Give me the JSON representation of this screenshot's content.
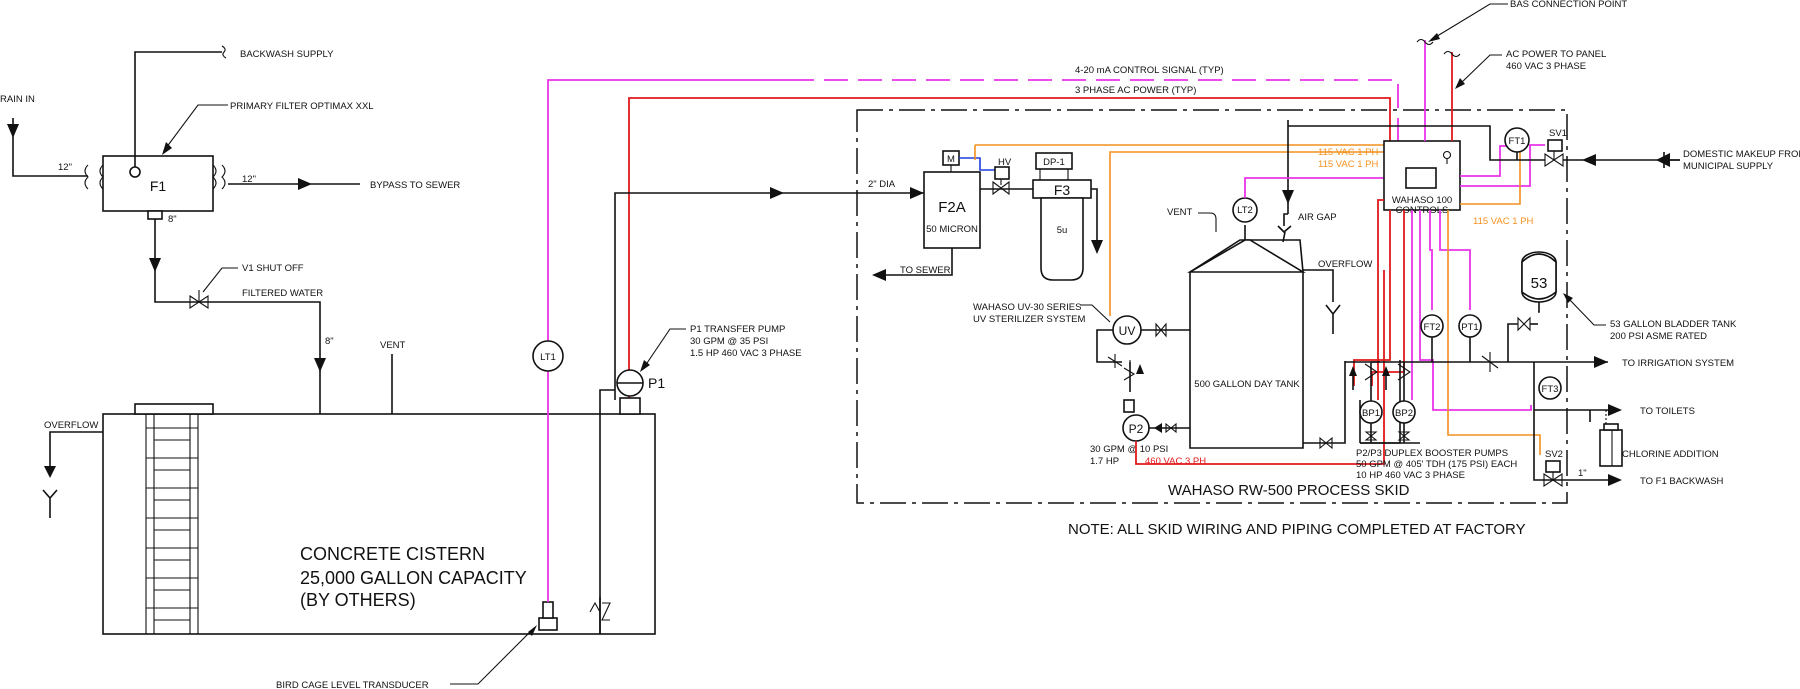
{
  "colors": {
    "power": "#e0191b",
    "signal": "#ea33ea",
    "vac_115": "#f4901e",
    "motor_wire": "#1f3fe0",
    "line": "#111111"
  },
  "labels": {
    "rain_in": "RAIN IN",
    "backwash_supply": "BACKWASH SUPPLY",
    "primary_filter": "PRIMARY FILTER OPTIMAX  XXL",
    "f1": "F1",
    "pipe_12_in": "12\"",
    "pipe_12_out": "12\"",
    "pipe_8_bottom": "8\"",
    "bypass": "BYPASS TO SEWER",
    "v1": "V1 SHUT OFF",
    "filtered_water": "FILTERED WATER",
    "pipe_8_down": "8\"",
    "vent_cistern": "VENT",
    "overflow_cistern": "OVERFLOW",
    "cistern_title": "CONCRETE CISTERN",
    "cistern_capacity": "25,000 GALLON CAPACITY",
    "cistern_by": "(BY OTHERS)",
    "bird_cage": "BIRD CAGE LEVEL TRANSDUCER",
    "lt1": "LT1",
    "p1": "P1",
    "p1_desc1": "P1 TRANSFER PUMP",
    "p1_desc2": "30 GPM @ 35 PSI",
    "p1_desc3": "1.5 HP 460 VAC 3 PHASE",
    "control_signal": "4-20 mA CONTROL SIGNAL (TYP)",
    "ac_power": "3 PHASE AC POWER (TYP)",
    "two_in_dia": "2\" DIA",
    "m": "M",
    "hv": "HV",
    "dp1": "DP-1",
    "f3": "F3",
    "f3_micron": "5u",
    "f2a": "F2A",
    "f2a_micron": "50 MICRON",
    "to_sewer": "TO SEWER",
    "uv_label1": "WAHASO UV-30 SERIES",
    "uv_label2": "UV STERILIZER SYSTEM",
    "uv": "UV",
    "p2": "P2",
    "p2_desc1": "30 GPM @ 10 PSI",
    "p2_desc2": "1.7 HP",
    "p2_power": "460 VAC 3 PH",
    "vent_tank": "VENT",
    "lt2": "LT2",
    "air_gap": "AIR GAP",
    "overflow_tank": "OVERFLOW",
    "day_tank": "500 GALLON DAY TANK",
    "vac115_1": "115 VAC 1 PH",
    "vac115_2": "115 VAC 1 PH",
    "vac115_3": "115 VAC 1 PH",
    "controls1": "WAHASO 100",
    "controls2": "CONTROLS",
    "bas": "BAS CONNECTION POINT",
    "ac_panel1": "AC POWER TO PANEL",
    "ac_panel2": "460 VAC 3 PHASE",
    "ft1": "FT1",
    "sv1": "SV1",
    "domestic1": "DOMESTIC MAKEUP FROM",
    "domestic2": "MUNICIPAL SUPPLY",
    "ft2": "FT2",
    "pt1": "PT1",
    "bp1": "BP1",
    "bp2": "BP2",
    "booster1": "P2/P3 DUPLEX BOOSTER PUMPS",
    "booster2": "50 GPM @ 405' TDH (175 PSI) EACH",
    "booster3": "10 HP  460 VAC 3 PHASE",
    "bladder_num": "53",
    "bladder1": "53 GALLON BLADDER TANK",
    "bladder2": "200 PSI ASME RATED",
    "irrigation": "TO IRRIGATION SYSTEM",
    "ft3": "FT3",
    "toilets": "TO TOILETS",
    "chlorine": "CHLORINE ADDITION",
    "sv2": "SV2",
    "pipe_1_in": "1\"",
    "f1_backwash": "TO F1 BACKWASH",
    "skid_title": "WAHASO RW-500 PROCESS SKID",
    "note": "NOTE: ALL SKID WIRING  AND PIPING COMPLETED AT FACTORY"
  }
}
